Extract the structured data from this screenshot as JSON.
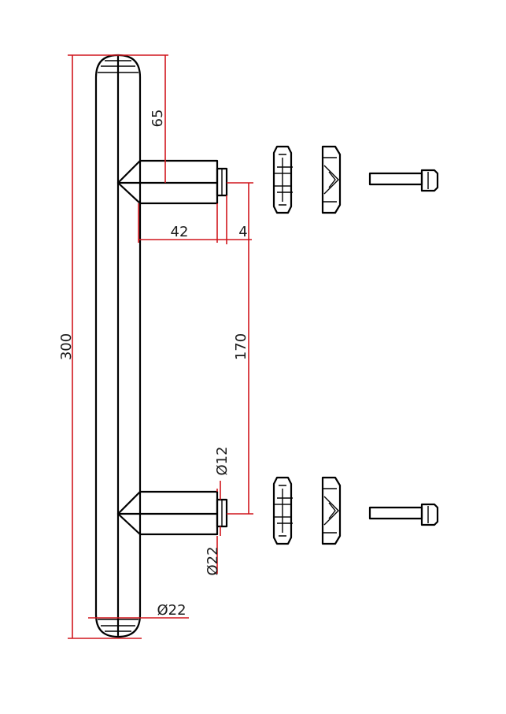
{
  "colors": {
    "outline": "#000000",
    "dimension": "#d0161d",
    "background": "#ffffff"
  },
  "dimensions": {
    "overall_length": "300",
    "leg_height": "65",
    "leg_length": "42",
    "thread_length": "4",
    "center_distance": "170",
    "stud_diameter": "Ø12",
    "leg_diameter": "Ø22",
    "bar_diameter": "Ø22"
  }
}
